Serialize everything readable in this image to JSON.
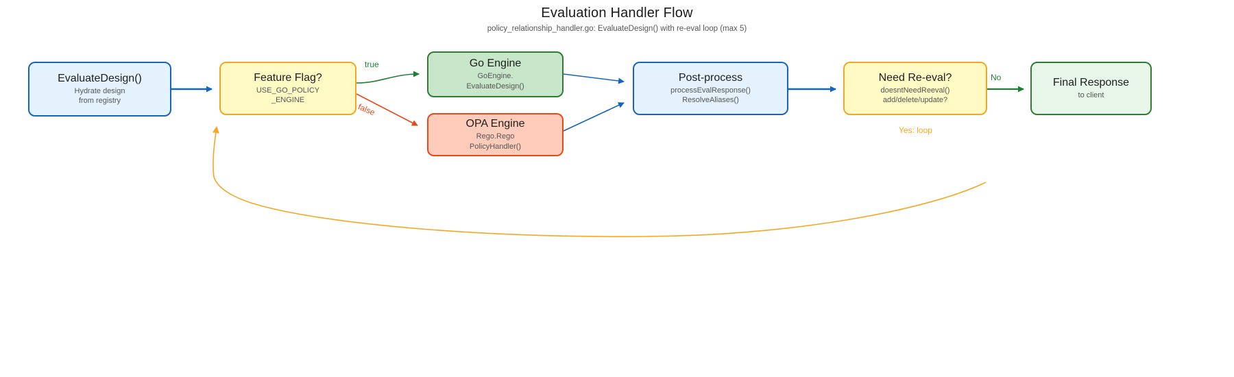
{
  "header": {
    "title": "Evaluation Handler Flow",
    "subtitle": "policy_relationship_handler.go: EvaluateDesign() with re-eval loop (max 5)"
  },
  "nodes": [
    {
      "id": "evaluate-design",
      "title": "EvaluateDesign()",
      "subtitle": "Hydrate design\nfrom registry",
      "palette": "blue"
    },
    {
      "id": "feature-flag",
      "title": "Feature Flag?",
      "subtitle": "USE_GO_POLICY\n_ENGINE",
      "palette": "yellow"
    },
    {
      "id": "go-engine",
      "title": "Go Engine",
      "subtitle": "GoEngine.\nEvaluateDesign()",
      "palette": "green"
    },
    {
      "id": "opa-engine",
      "title": "OPA Engine",
      "subtitle": "Rego.Rego\nPolicyHandler()",
      "palette": "red"
    },
    {
      "id": "post-process",
      "title": "Post-process",
      "subtitle": "processEvalResponse()\nResolveAliases()",
      "palette": "blue"
    },
    {
      "id": "need-reeval",
      "title": "Need Re-eval?",
      "subtitle": "doesntNeedReeval()\nadd/delete/update?",
      "palette": "yellow"
    },
    {
      "id": "final-response",
      "title": "Final Response",
      "subtitle": "to client",
      "palette": "lightgreen"
    }
  ],
  "edges": [
    {
      "from": "evaluate-design",
      "to": "feature-flag",
      "label": ""
    },
    {
      "from": "feature-flag",
      "to": "go-engine",
      "label": "true"
    },
    {
      "from": "feature-flag",
      "to": "opa-engine",
      "label": "false"
    },
    {
      "from": "go-engine",
      "to": "post-process",
      "label": ""
    },
    {
      "from": "opa-engine",
      "to": "post-process",
      "label": ""
    },
    {
      "from": "post-process",
      "to": "need-reeval",
      "label": ""
    },
    {
      "from": "need-reeval",
      "to": "final-response",
      "label": "No"
    },
    {
      "from": "need-reeval",
      "to": "feature-flag",
      "label": "Yes: loop"
    }
  ],
  "colors": {
    "blue_border": "#1565C0",
    "blue_fill": "#E3F2FD",
    "yellow_border": "#F5A623",
    "yellow_fill": "#FFF9C4",
    "green_border": "#2E7D32",
    "green_fill": "#C8E6C9",
    "red_border": "#E64A19",
    "red_fill": "#FFCCBC",
    "lightgreen_fill": "#E8F5E9",
    "arrow_blue": "#1565C0",
    "label_green": "#1E7E34",
    "label_red": "#E64A19",
    "label_orange": "#F5A623"
  }
}
